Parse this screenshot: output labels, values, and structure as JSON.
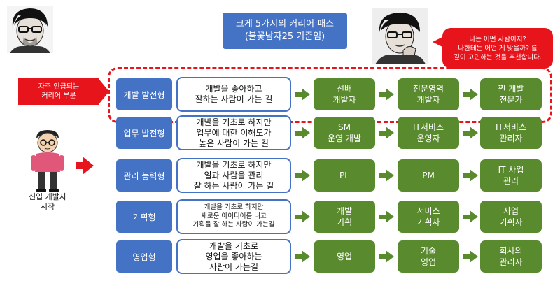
{
  "title": {
    "line1": "크게 5가지의 커리어 패스",
    "line2": "(불꽃남자25 기준임)"
  },
  "bubble": {
    "line1": "나는 어떤 사람이지?",
    "line2": "나한테는 어떤 게 맞을까? 를",
    "line3": "깊이 고민하는 것을 추천합니다."
  },
  "note": {
    "line1": "자주 언급되는",
    "line2": "커리어 부분"
  },
  "start": {
    "line1": "신입 개발자",
    "line2": "시작"
  },
  "colors": {
    "blue": "#4472c4",
    "green": "#5a8a2e",
    "red": "#e8141c"
  },
  "rows": [
    {
      "type": "개발 발전형",
      "desc": [
        "개발을 좋아하고",
        "잘하는 사람이 가는 길"
      ],
      "steps": [
        [
          "선배",
          "개발자"
        ],
        [
          "전문영역",
          "개발자"
        ],
        [
          "찐 개발",
          "전문가"
        ]
      ]
    },
    {
      "type": "업무 발전형",
      "desc": [
        "개발을 기초로 하지만",
        "업무에 대한 이해도가",
        "높은 사람이 가는 길"
      ],
      "steps": [
        [
          "SM",
          "운영 개발"
        ],
        [
          "IT서비스",
          "운영자"
        ],
        [
          "IT서비스",
          "관리자"
        ]
      ]
    },
    {
      "type": "관리 능력형",
      "desc": [
        "개발을 기초로 하지만",
        "일과 사람을 관리",
        "잘 하는 사람이 가는 길"
      ],
      "steps": [
        [
          "PL"
        ],
        [
          "PM"
        ],
        [
          "IT 사업",
          "관리"
        ]
      ]
    },
    {
      "type": "기획형",
      "desc": [
        "개발을 기초로 하지만",
        "새로운 아이디어를 내고",
        "기획을 잘 하는 사람이 가는길"
      ],
      "steps": [
        [
          "개발",
          "기획"
        ],
        [
          "서비스",
          "기획자"
        ],
        [
          "사업",
          "기획자"
        ]
      ]
    },
    {
      "type": "영업형",
      "desc": [
        "개발을 기초로",
        "영업을 좋아하는",
        "사람이 가는길"
      ],
      "steps": [
        [
          "영업"
        ],
        [
          "기술",
          "영업"
        ],
        [
          "회사의",
          "관리자"
        ]
      ]
    }
  ]
}
